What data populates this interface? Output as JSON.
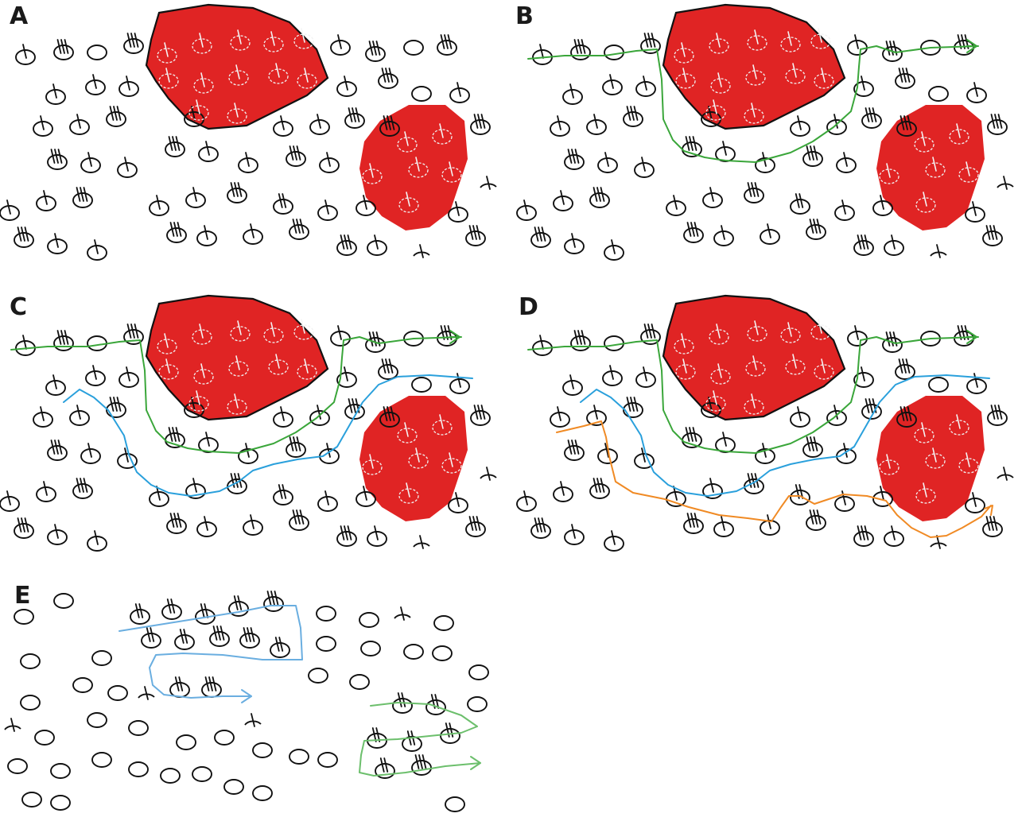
{
  "panels": [
    {
      "label": "A",
      "blobs": true,
      "paths": []
    },
    {
      "label": "B",
      "blobs": true,
      "paths": [
        "green"
      ]
    },
    {
      "label": "C",
      "blobs": true,
      "paths": [
        "green",
        "blue"
      ]
    },
    {
      "label": "D",
      "blobs": true,
      "paths": [
        "green",
        "blue",
        "orange"
      ]
    },
    {
      "label": "E",
      "blobs": false,
      "paths": [
        "blue-loop",
        "green-loop"
      ]
    }
  ],
  "colors": {
    "blob_red": "#e02424",
    "path_green": "#3aa63a",
    "path_blue": "#2aa0dc",
    "path_orange": "#f08a24",
    "path_light_blue": "#6aaee0",
    "path_light_green": "#6cbf6c",
    "cell_outline": "#111111"
  },
  "icons": {
    "cell": "ellipse-cell-icon",
    "marker": "tally-marker-icon",
    "arrowhead": "arrowhead-icon"
  }
}
